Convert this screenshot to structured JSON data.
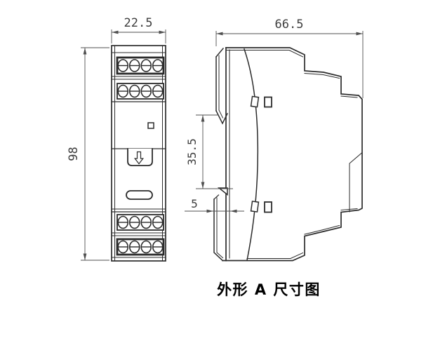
{
  "drawing": {
    "caption": "外形 A 尺寸图",
    "front_view": {
      "width_mm": "22.5",
      "height_mm": "98"
    },
    "side_view": {
      "depth_mm": "66.5",
      "din_slot_mm": "35.5",
      "clip_width_mm": "5"
    },
    "colors": {
      "line": "#2b2b2b",
      "dim_line": "#4f4f4f",
      "dim_text": "#3d3d3d",
      "caption_text": "#000000",
      "background": "#ffffff"
    }
  }
}
